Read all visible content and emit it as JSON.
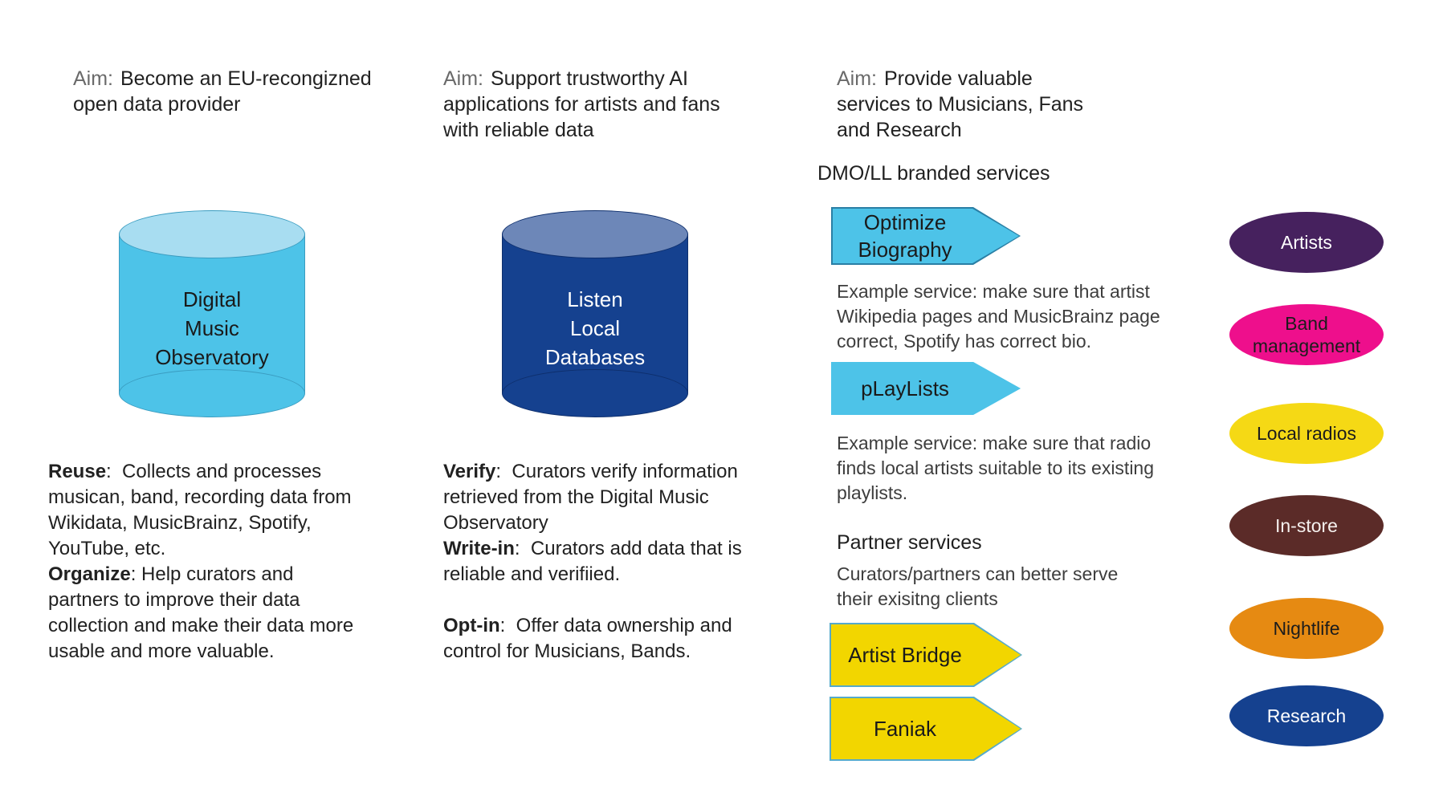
{
  "columns": [
    {
      "aim_label": "Aim:",
      "aim_text": "Become an EU-recongizned open data provider",
      "cylinder": {
        "label": "Digital\nMusic\nObservatory",
        "body_color": "#4dc3e8",
        "top_color": "#a8ddf1",
        "outline_color": "#3a9cc0",
        "text_color": "#1a1a1a"
      },
      "items": [
        {
          "label": "Reuse",
          "text": ":  Collects and processes musican, band, recording data from Wikidata, MusicBrainz, Spotify, YouTube, etc."
        },
        {
          "label": "Organize",
          "text": ": Help curators and partners to improve their data collection and make their data more usable and more valuable."
        }
      ]
    },
    {
      "aim_label": "Aim:",
      "aim_text": "Support trustworthy AI applications for artists and fans with reliable data",
      "cylinder": {
        "label": "Listen\nLocal\nDatabases",
        "body_color": "#15418f",
        "top_color": "#6d87b8",
        "outline_color": "#0e2f6d",
        "text_color": "#ffffff"
      },
      "items": [
        {
          "label": "Verify",
          "text": ":  Curators verify information retrieved from the Digital Music Observatory"
        },
        {
          "label": "Write-in",
          "text": ":  Curators add data that is reliable and verifiied."
        },
        {
          "label": "Opt-in",
          "text": ":  Offer data ownership and control for Musicians, Bands."
        }
      ]
    },
    {
      "aim_label": "Aim:",
      "aim_text": "Provide valuable services to Musicians, Fans and Research",
      "branded_heading": "DMO/LL branded services",
      "branded_services": [
        {
          "label": "Optimize\nBiography",
          "fill": "#4dc3e8",
          "border": "#2a7fa5",
          "description": "Example service: make sure that artist Wikipedia pages and MusicBrainz page correct, Spotify has correct bio."
        },
        {
          "label": "pLayLists",
          "fill": "#4dc3e8",
          "border": "#4dc3e8",
          "description": "Example service: make sure that radio finds local artists suitable to its existing playlists."
        }
      ],
      "partner_heading": "Partner services",
      "partner_description": "Curators/partners can better serve their exisitng clients",
      "partner_services": [
        {
          "label": "Artist Bridge",
          "fill": "#f2d600",
          "border": "#56aacb"
        },
        {
          "label": "Faniak",
          "fill": "#f2d600",
          "border": "#56aacb"
        }
      ]
    }
  ],
  "audiences": [
    {
      "label": "Artists",
      "fill": "#46215e",
      "text_color": "#ffffff"
    },
    {
      "label": "Band management",
      "fill": "#ee0f8c",
      "text_color": "#1c1c1c"
    },
    {
      "label": "Local radios",
      "fill": "#f5d915",
      "text_color": "#1c1c1c"
    },
    {
      "label": "In-store",
      "fill": "#5b2b28",
      "text_color": "#f5f0ee"
    },
    {
      "label": "Nightlife",
      "fill": "#e68a12",
      "text_color": "#1c1c1c"
    },
    {
      "label": "Research",
      "fill": "#15418f",
      "text_color": "#ffffff"
    }
  ]
}
